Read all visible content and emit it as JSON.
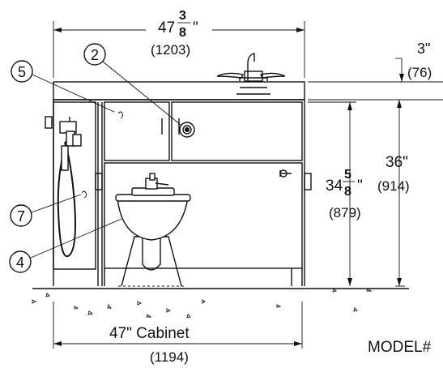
{
  "dimensions": {
    "width_whole": "47",
    "width_num": "3",
    "width_den": "8",
    "width_unit": "\"",
    "width_metric": "(1203)",
    "deck_imperial": "3\"",
    "deck_metric": "(76)",
    "height_total_imperial": "36\"",
    "height_total_metric": "(914)",
    "height_cab_whole": "34",
    "height_cab_num": "5",
    "height_cab_den": "8",
    "height_cab_unit": "\"",
    "height_cab_metric": "(879)",
    "cabinet_imperial": "47\" Cabinet",
    "cabinet_metric": "(1194)"
  },
  "callouts": [
    "5",
    "2",
    "7",
    "4"
  ],
  "model_label": "MODEL#"
}
